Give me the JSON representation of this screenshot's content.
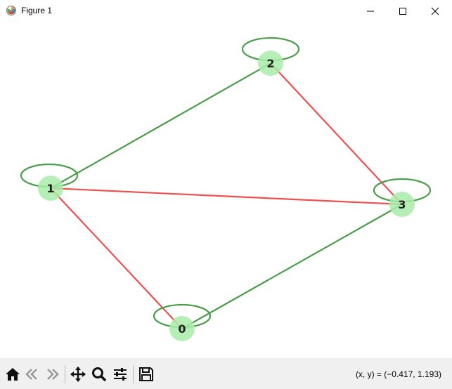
{
  "window": {
    "title": "Figure 1",
    "controls": [
      "minimize",
      "maximize",
      "close"
    ]
  },
  "graph": {
    "nodes": [
      {
        "id": "0",
        "label": "0"
      },
      {
        "id": "1",
        "label": "1"
      },
      {
        "id": "2",
        "label": "2"
      },
      {
        "id": "3",
        "label": "3"
      }
    ],
    "edges": [
      {
        "from": "1",
        "to": "2",
        "color": "#4a9e4a"
      },
      {
        "from": "0",
        "to": "3",
        "color": "#4a9e4a"
      },
      {
        "from": "1",
        "to": "3",
        "color": "#ee5050"
      },
      {
        "from": "2",
        "to": "3",
        "color": "#ee5050"
      },
      {
        "from": "1",
        "to": "0",
        "color": "#ee5050"
      }
    ],
    "self_loops": [
      "0",
      "1",
      "2",
      "3"
    ],
    "colors": {
      "node_fill": "#a8eca8",
      "self_loop": "#4a9e4a",
      "positive_edge": "#4a9e4a",
      "negative_edge": "#ee5050"
    }
  },
  "toolbar": {
    "buttons": [
      "home-icon",
      "back-icon",
      "forward-icon",
      "pan-icon",
      "zoom-icon",
      "configure-subplots-icon",
      "save-icon"
    ],
    "coordinates": "(x, y) = (−0.417, 1.193)"
  }
}
